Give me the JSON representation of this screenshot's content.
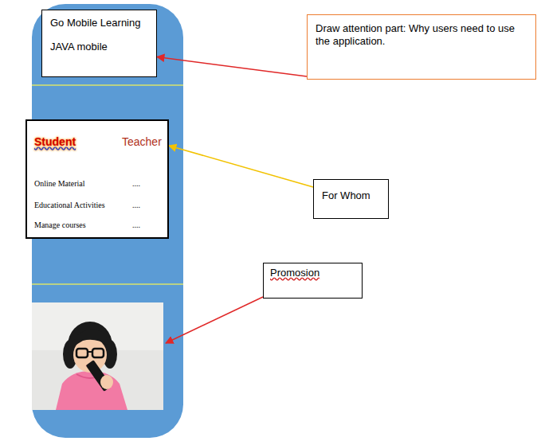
{
  "diagram": {
    "nodes": [
      {
        "text": [
          "Go Mobile Learning",
          "JAVA mobile"
        ]
      },
      {
        "text": [
          "Student",
          "Teacher",
          "Online Material",
          "....",
          "Educational Activities",
          "....",
          "Manage courses",
          "...."
        ]
      },
      {
        "text": [
          "Draw attention part: Why users need to use the application."
        ]
      },
      {
        "text": [
          "For Whom"
        ]
      },
      {
        "text": [
          "Promosion"
        ]
      }
    ],
    "edges": [
      {
        "from": 2,
        "to": 0,
        "arrow": "to"
      },
      {
        "from": 3,
        "to": 1,
        "arrow": "to"
      }
    ]
  }
}
